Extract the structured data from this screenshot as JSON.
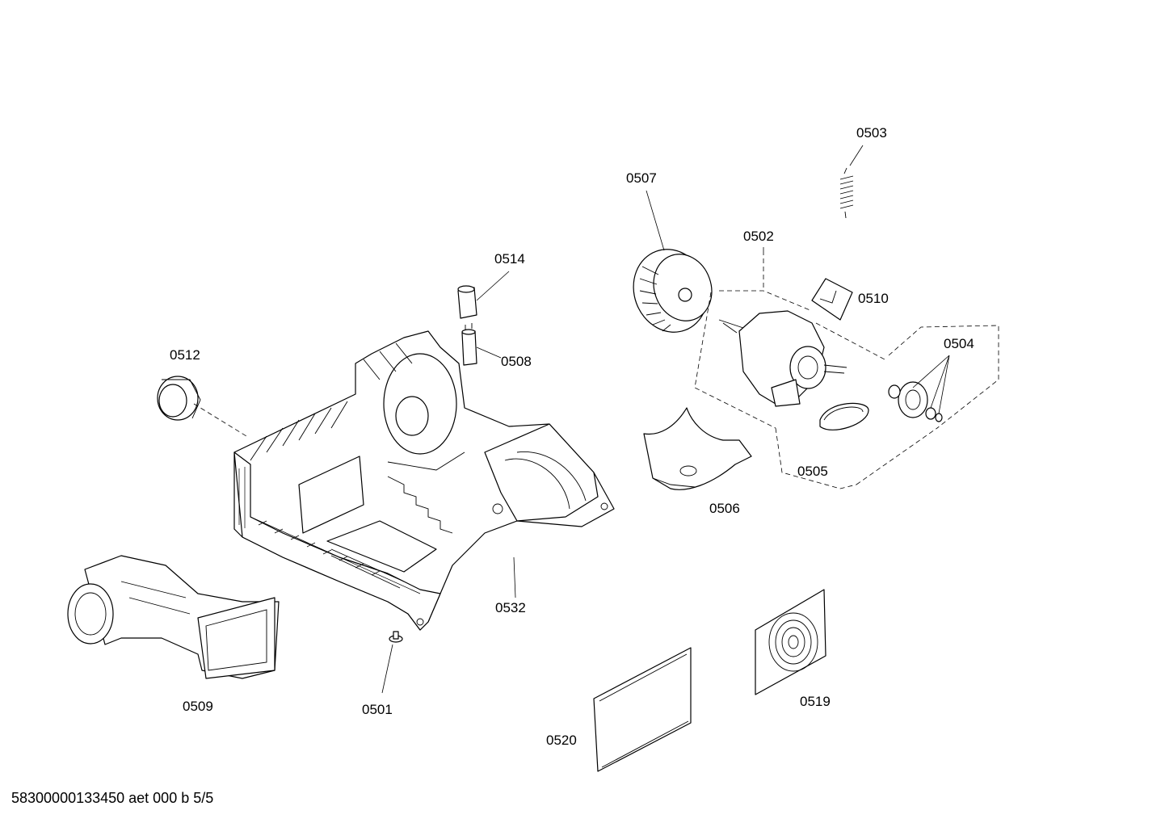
{
  "labels": {
    "p0503": "0503",
    "p0507": "0507",
    "p0502": "0502",
    "p0514": "0514",
    "p0510": "0510",
    "p0504": "0504",
    "p0512": "0512",
    "p0508": "0508",
    "p0505": "0505",
    "p0506": "0506",
    "p0532": "0532",
    "p0509": "0509",
    "p0501": "0501",
    "p0519": "0519",
    "p0520": "0520"
  },
  "footer": {
    "code": "58300000133450 aet 000 b 5/5"
  }
}
